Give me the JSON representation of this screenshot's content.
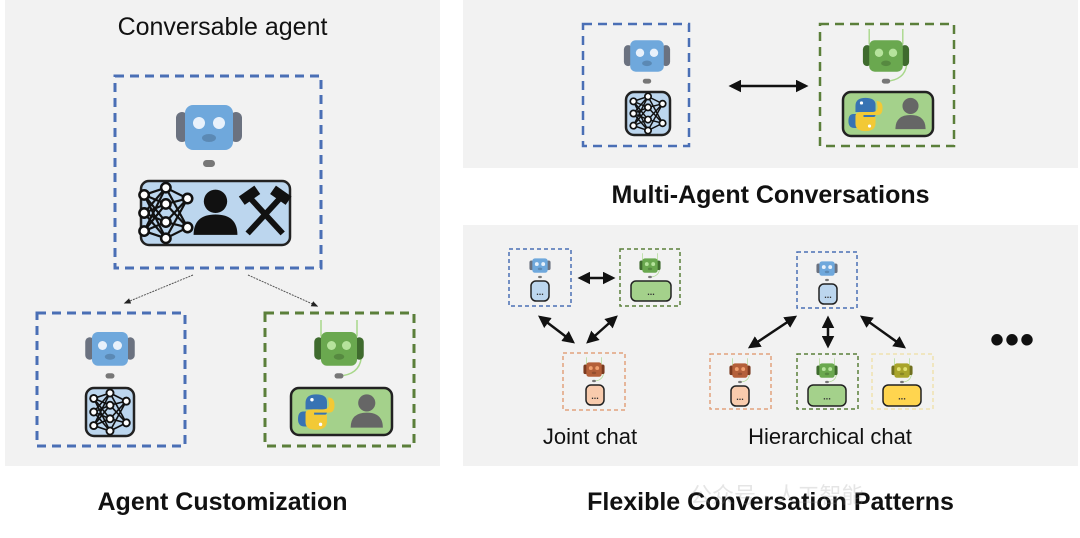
{
  "panels": {
    "agent_customization": {
      "subtitle": "Conversable agent",
      "caption": "Agent Customization"
    },
    "multi_agent": {
      "caption": "Multi-Agent Conversations"
    },
    "patterns": {
      "caption": "Flexible Conversation Patterns",
      "joint_label": "Joint chat",
      "hierarchical_label": "Hierarchical chat",
      "more": "•••"
    }
  },
  "watermark": "公众号 · 人工智能",
  "colors": {
    "blue_agent": "#6fa8dc",
    "blue_frame": "#4a6fb5",
    "blue_panel": "#bcd6ee",
    "green_agent": "#6aa84f",
    "green_frame": "#5b7f3a",
    "green_panel": "#a4d18b",
    "orange_agent": "#b4603a",
    "orange_frame": "#e2a27c",
    "orange_panel": "#f8cbad",
    "yellow_agent": "#a8a42a",
    "yellow_frame": "#efe2b0",
    "yellow_panel": "#ffd54f",
    "ear": "#6b7280",
    "text": "#111111"
  },
  "agents": [
    {
      "id": "conversable",
      "color": "blue",
      "tools": [
        "neural-network-icon",
        "person-icon",
        "tools-icon"
      ]
    },
    {
      "id": "custom-llm",
      "color": "blue",
      "tools": [
        "neural-network-icon"
      ]
    },
    {
      "id": "custom-code-human",
      "color": "green",
      "tools": [
        "python-icon",
        "person-icon"
      ]
    },
    {
      "id": "multi-llm",
      "color": "blue",
      "tools": [
        "neural-network-icon"
      ]
    },
    {
      "id": "multi-code-human",
      "color": "green",
      "tools": [
        "python-icon",
        "person-icon"
      ]
    },
    {
      "id": "joint-blue",
      "color": "blue",
      "tools": [
        "ellipsis"
      ]
    },
    {
      "id": "joint-green",
      "color": "green",
      "tools": [
        "ellipsis"
      ]
    },
    {
      "id": "joint-orange",
      "color": "orange",
      "tools": [
        "ellipsis"
      ]
    },
    {
      "id": "hier-blue",
      "color": "blue",
      "tools": [
        "ellipsis"
      ]
    },
    {
      "id": "hier-orange",
      "color": "orange",
      "tools": [
        "ellipsis"
      ]
    },
    {
      "id": "hier-green",
      "color": "green",
      "tools": [
        "ellipsis"
      ]
    },
    {
      "id": "hier-yellow",
      "color": "yellow",
      "tools": [
        "ellipsis"
      ]
    }
  ],
  "ellipsis_glyph": "..."
}
